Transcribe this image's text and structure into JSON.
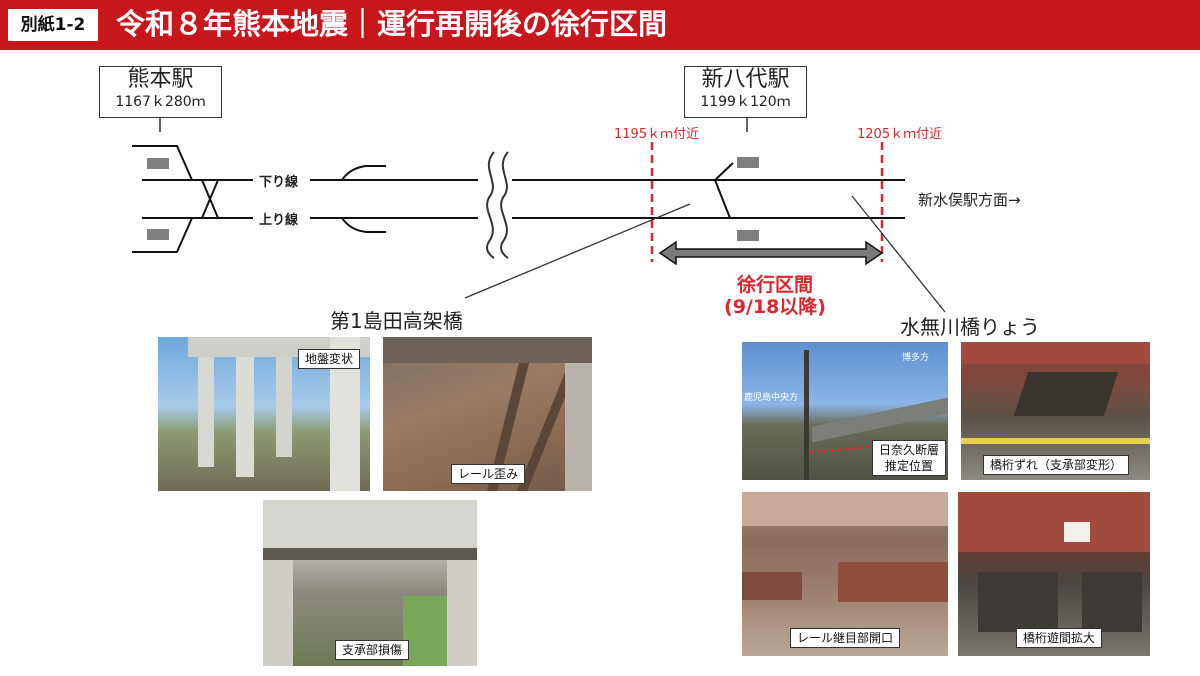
{
  "header": {
    "tag": "別紙1-2",
    "title": "令和８年熊本地震｜運行再開後の徐行区間"
  },
  "stations": {
    "kumamoto": {
      "name": "熊本駅",
      "km": "1167ｋ280ｍ"
    },
    "shinyatsushiro": {
      "name": "新八代駅",
      "km": "1199ｋ120ｍ"
    }
  },
  "track": {
    "down_line": "下り線",
    "up_line": "上り線",
    "direction": "新水俣駅方面→",
    "marker_left": "1195ｋｍ付近",
    "marker_right": "1205ｋｍ付近",
    "slow_zone_line1": "徐行区間",
    "slow_zone_line2": "(9/18以降)",
    "accent_color": "#e0242b"
  },
  "sites": {
    "shimada": {
      "title": "第1島田高架橋",
      "photos": [
        {
          "caption": "地盤変状"
        },
        {
          "caption": "レール歪み"
        },
        {
          "caption": "支承部損傷"
        }
      ]
    },
    "minamata": {
      "title": "水無川橋りょう",
      "photos": [
        {
          "caption": "日奈久断層\n推定位置",
          "notes": [
            "鹿児島中央方",
            "博多方"
          ]
        },
        {
          "caption": "橋桁ずれ（支承部変形）"
        },
        {
          "caption": "レール継目部開口"
        },
        {
          "caption": "橋桁遊間拡大"
        }
      ]
    }
  }
}
